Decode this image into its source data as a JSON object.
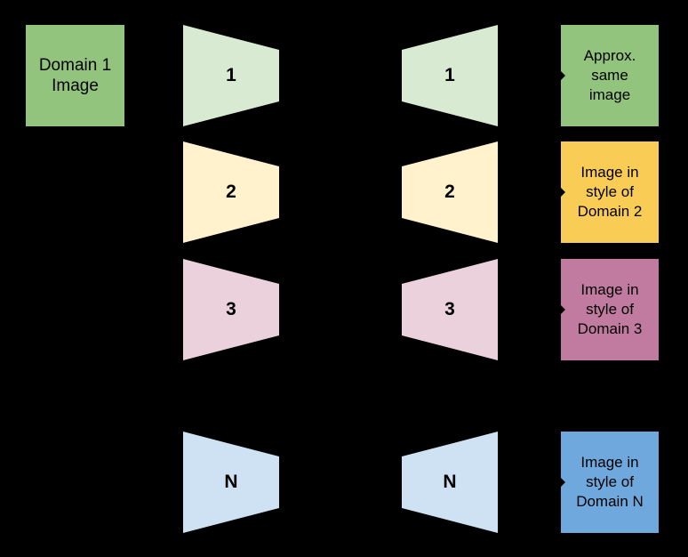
{
  "diagram": {
    "background_color": "#000000",
    "input_box": {
      "lines": [
        "Domain 1",
        "Image"
      ],
      "color": "#93c47d"
    },
    "rows": [
      {
        "index": "1",
        "encoder_label": "1",
        "decoder_label": "1",
        "codec_color": "#d9ead3",
        "output_color": "#93c47d",
        "output_lines": [
          "Approx.",
          "same",
          "image"
        ]
      },
      {
        "index": "2",
        "encoder_label": "2",
        "decoder_label": "2",
        "codec_color": "#fff2cc",
        "output_color": "#f9cd55",
        "output_lines": [
          "Image in",
          "style of",
          "Domain 2"
        ]
      },
      {
        "index": "3",
        "encoder_label": "3",
        "decoder_label": "3",
        "codec_color": "#ead1dc",
        "output_color": "#c27ba0",
        "output_lines": [
          "Image in",
          "style of",
          "Domain 3"
        ]
      },
      {
        "index": "N",
        "encoder_label": "N",
        "decoder_label": "N",
        "codec_color": "#cfe2f3",
        "output_color": "#6fa8dc",
        "output_lines": [
          "Image in",
          "style of",
          "Domain N"
        ]
      }
    ]
  }
}
